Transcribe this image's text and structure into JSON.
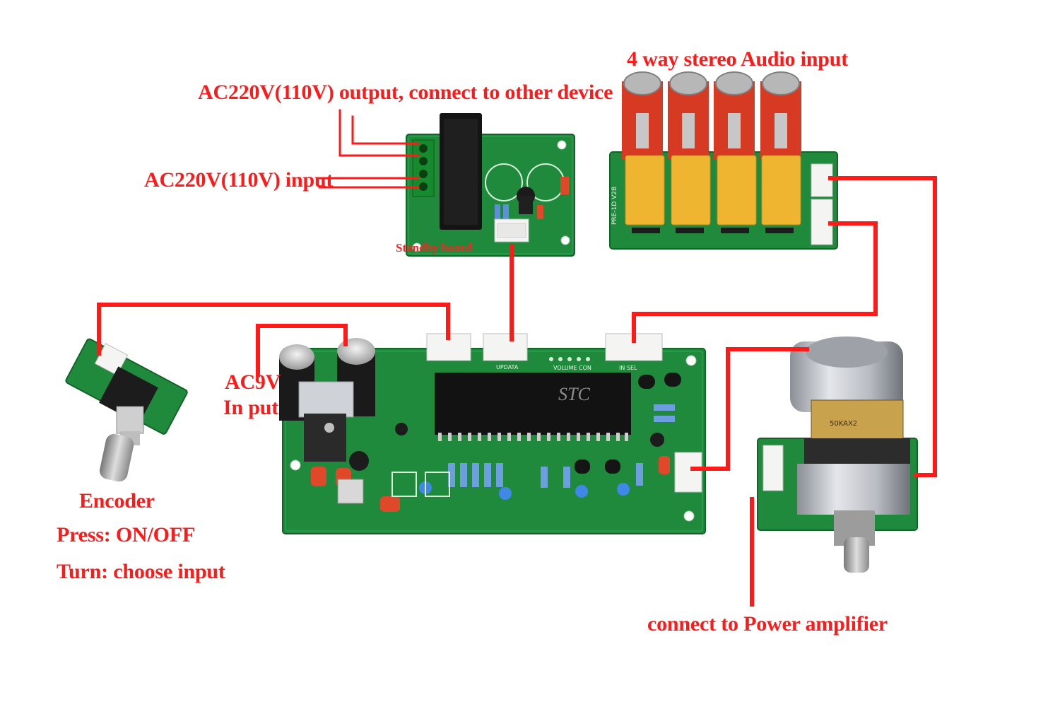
{
  "labels": {
    "ac_output": "AC220V(110V) output, connect to other device",
    "ac_input": "AC220V(110V) input",
    "audio_input": "4 way stereo Audio input",
    "standby_board": "Standby board",
    "ac9v_line1": "AC9V",
    "ac9v_line2": "In put",
    "encoder": "Encoder",
    "press": "Press: ON/OFF",
    "turn": "Turn: choose input",
    "power_amp": "connect to Power amplifier"
  },
  "silkscreen": {
    "main_chip": "STC",
    "updata": "UPDATA",
    "volume_con": "VOLUME CON",
    "in_sel": "IN SEL",
    "relay_board": "PRE-1D V2B",
    "pot_label": "50KAX2"
  },
  "colors": {
    "wire": "#ff1a1a",
    "pcb": "#1f8a3c",
    "label": "#ff1a1a"
  }
}
